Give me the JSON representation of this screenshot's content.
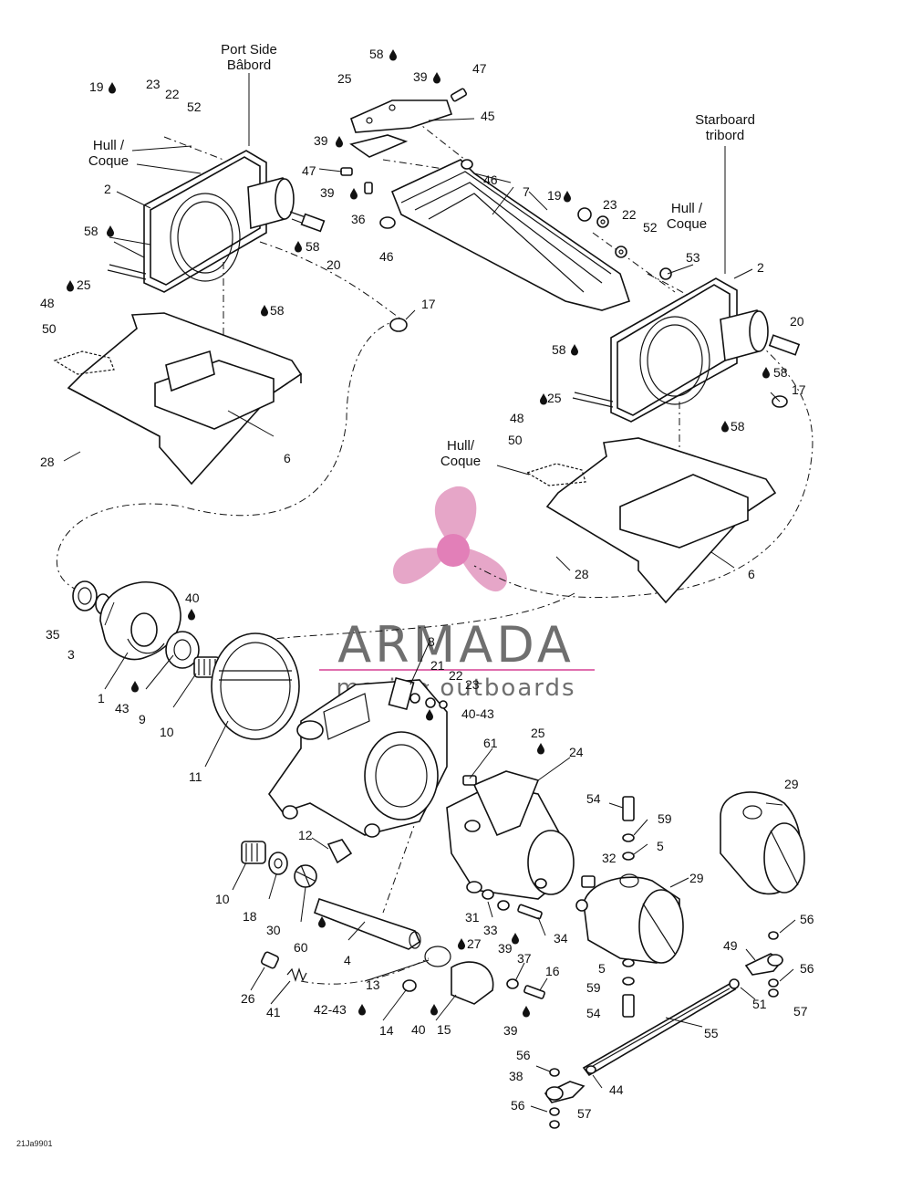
{
  "labels": {
    "port_side": "Port Side",
    "port_side_fr": "Bâbord",
    "starboard": "Starboard",
    "starboard_fr": "tribord",
    "hull_left": "Hull /",
    "hull_left_fr": "Coque",
    "hull_right": "Hull /",
    "hull_right_fr": "Coque",
    "hull_mid": "Hull/",
    "hull_mid_fr": "Coque"
  },
  "watermark": {
    "brand": "ARMADA",
    "tagline": "marine outboards",
    "logo_color": "#e6a6c8",
    "logo_hub_color": "#e27fb8"
  },
  "reference_code": "21Ja9901",
  "callouts": [
    {
      "id": "c-19-a",
      "text": "19"
    },
    {
      "id": "c-23-a",
      "text": "23"
    },
    {
      "id": "c-22-a",
      "text": "22"
    },
    {
      "id": "c-52-a",
      "text": "52"
    },
    {
      "id": "c-2-a",
      "text": "2"
    },
    {
      "id": "c-58-a",
      "text": "58"
    },
    {
      "id": "c-58-b",
      "text": "58"
    },
    {
      "id": "c-20-a",
      "text": "20"
    },
    {
      "id": "c-58-c",
      "text": "58"
    },
    {
      "id": "c-25-a",
      "text": "25"
    },
    {
      "id": "c-48-a",
      "text": "48"
    },
    {
      "id": "c-50-a",
      "text": "50"
    },
    {
      "id": "c-28-a",
      "text": "28"
    },
    {
      "id": "c-6-a",
      "text": "6"
    },
    {
      "id": "c-58-d",
      "text": "58"
    },
    {
      "id": "c-25-b",
      "text": "25"
    },
    {
      "id": "c-39-a",
      "text": "39"
    },
    {
      "id": "c-47-a",
      "text": "47"
    },
    {
      "id": "c-45",
      "text": "45"
    },
    {
      "id": "c-39-b",
      "text": "39"
    },
    {
      "id": "c-47-b",
      "text": "47"
    },
    {
      "id": "c-39-c",
      "text": "39"
    },
    {
      "id": "c-36",
      "text": "36"
    },
    {
      "id": "c-46-a",
      "text": "46"
    },
    {
      "id": "c-7",
      "text": "7"
    },
    {
      "id": "c-46-b",
      "text": "46"
    },
    {
      "id": "c-17-a",
      "text": "17"
    },
    {
      "id": "c-19-b",
      "text": "19"
    },
    {
      "id": "c-23-b",
      "text": "23"
    },
    {
      "id": "c-22-b",
      "text": "22"
    },
    {
      "id": "c-52-b",
      "text": "52"
    },
    {
      "id": "c-53",
      "text": "53"
    },
    {
      "id": "c-2-b",
      "text": "2"
    },
    {
      "id": "c-20-b",
      "text": "20"
    },
    {
      "id": "c-58-e",
      "text": "58"
    },
    {
      "id": "c-58-f",
      "text": "58"
    },
    {
      "id": "c-17-b",
      "text": "17"
    },
    {
      "id": "c-25-c",
      "text": "25"
    },
    {
      "id": "c-58-g",
      "text": "58"
    },
    {
      "id": "c-48-b",
      "text": "48"
    },
    {
      "id": "c-50-b",
      "text": "50"
    },
    {
      "id": "c-28-b",
      "text": "28"
    },
    {
      "id": "c-6-b",
      "text": "6"
    },
    {
      "id": "c-35",
      "text": "35"
    },
    {
      "id": "c-3",
      "text": "3"
    },
    {
      "id": "c-40-a",
      "text": "40"
    },
    {
      "id": "c-1",
      "text": "1"
    },
    {
      "id": "c-43",
      "text": "43"
    },
    {
      "id": "c-9",
      "text": "9"
    },
    {
      "id": "c-10-a",
      "text": "10"
    },
    {
      "id": "c-11",
      "text": "11"
    },
    {
      "id": "c-8",
      "text": "8"
    },
    {
      "id": "c-21",
      "text": "21"
    },
    {
      "id": "c-22-c",
      "text": "22"
    },
    {
      "id": "c-23-c",
      "text": "23"
    },
    {
      "id": "c-40-43-a",
      "text": "40-43"
    },
    {
      "id": "c-25-d",
      "text": "25"
    },
    {
      "id": "c-61",
      "text": "61"
    },
    {
      "id": "c-24",
      "text": "24"
    },
    {
      "id": "c-12",
      "text": "12"
    },
    {
      "id": "c-10-b",
      "text": "10"
    },
    {
      "id": "c-18",
      "text": "18"
    },
    {
      "id": "c-30",
      "text": "30"
    },
    {
      "id": "c-60",
      "text": "60"
    },
    {
      "id": "c-4",
      "text": "4"
    },
    {
      "id": "c-27",
      "text": "27"
    },
    {
      "id": "c-13",
      "text": "13"
    },
    {
      "id": "c-26",
      "text": "26"
    },
    {
      "id": "c-41",
      "text": "41"
    },
    {
      "id": "c-42-43",
      "text": "42-43"
    },
    {
      "id": "c-14",
      "text": "14"
    },
    {
      "id": "c-40-b",
      "text": "40"
    },
    {
      "id": "c-15",
      "text": "15"
    },
    {
      "id": "c-31",
      "text": "31"
    },
    {
      "id": "c-33",
      "text": "33"
    },
    {
      "id": "c-34",
      "text": "34"
    },
    {
      "id": "c-39-d",
      "text": "39"
    },
    {
      "id": "c-37",
      "text": "37"
    },
    {
      "id": "c-16",
      "text": "16"
    },
    {
      "id": "c-39-e",
      "text": "39"
    },
    {
      "id": "c-54-a",
      "text": "54"
    },
    {
      "id": "c-59-a",
      "text": "59"
    },
    {
      "id": "c-5-a",
      "text": "5"
    },
    {
      "id": "c-32",
      "text": "32"
    },
    {
      "id": "c-29-a",
      "text": "29"
    },
    {
      "id": "c-29-b",
      "text": "29"
    },
    {
      "id": "c-5-b",
      "text": "5"
    },
    {
      "id": "c-59-b",
      "text": "59"
    },
    {
      "id": "c-54-b",
      "text": "54"
    },
    {
      "id": "c-56-a",
      "text": "56"
    },
    {
      "id": "c-49",
      "text": "49"
    },
    {
      "id": "c-56-b",
      "text": "56"
    },
    {
      "id": "c-51",
      "text": "51"
    },
    {
      "id": "c-57-a",
      "text": "57"
    },
    {
      "id": "c-55",
      "text": "55"
    },
    {
      "id": "c-56-c",
      "text": "56"
    },
    {
      "id": "c-38",
      "text": "38"
    },
    {
      "id": "c-44",
      "text": "44"
    },
    {
      "id": "c-56-d",
      "text": "56"
    },
    {
      "id": "c-57-b",
      "text": "57"
    }
  ]
}
